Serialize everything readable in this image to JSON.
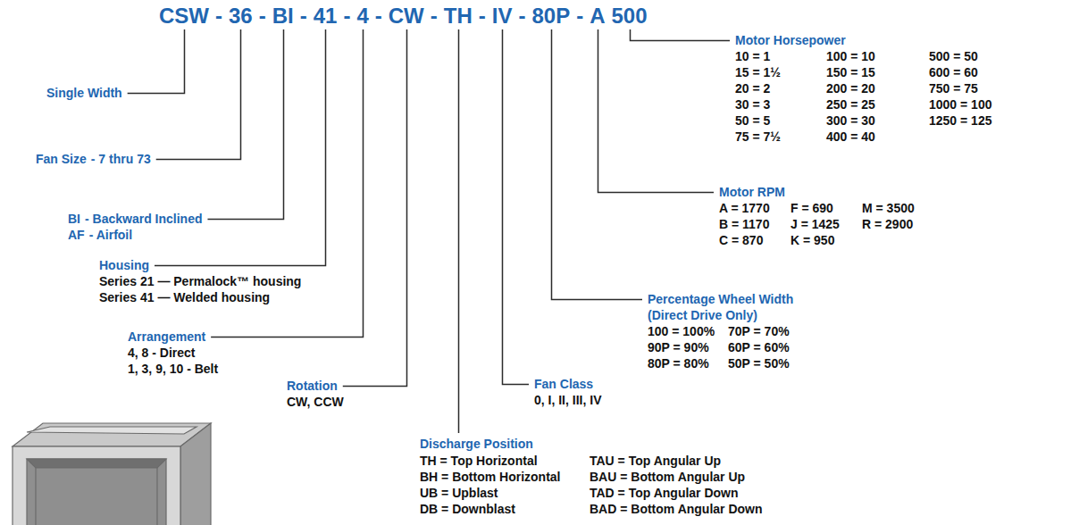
{
  "diagram": {
    "labels": [
      "CSW",
      "-",
      "36",
      "-",
      "BI",
      "-",
      "41",
      "-",
      "4",
      "-",
      "CW",
      "-",
      "TH",
      "-",
      "IV",
      "-",
      "80P",
      "-",
      "A",
      "500",
      "Single Width",
      "Fan Size",
      "- 7 thru 73",
      "BI",
      "- Backward Inclined",
      "AF",
      "- Airfoil",
      "Housing",
      "Series 21 — Permalock™ housing",
      "Series 41 — Welded housing",
      "Arrangement",
      "4, 8 - Direct",
      "1, 3, 9, 10 - Belt",
      "Rotation",
      "CW, CCW",
      "Discharge Position",
      "TH = Top Horizontal",
      "TAU = Top Angular Up",
      "BH = Bottom Horizontal",
      "BAU = Bottom Angular Up",
      "UB = Upblast",
      "TAD = Top Angular Down",
      "DB = Downblast",
      "BAD = Bottom Angular Down",
      "Fan Class",
      "0, I, II, III, IV",
      "Percentage Wheel Width",
      "(Direct Drive Only)",
      "100 = 100%",
      "70P = 70%",
      "90P = 90%",
      "60P = 60%",
      "80P = 80%",
      "50P = 50%",
      "Motor RPM",
      "A = 1770",
      "F = 690",
      "M = 3500",
      "B = 1170",
      "J = 1425",
      "R = 2900",
      "C = 870",
      "K = 950",
      "Motor Horsepower",
      "10 = 1",
      "100 = 10",
      "500 = 50",
      "15 = 1½",
      "150 = 15",
      "600 = 60",
      "20 = 2",
      "200 = 20",
      "750 = 75",
      "30 = 3",
      "250 = 25",
      "1000 = 100",
      "50 = 5",
      "300 = 30",
      "1250 = 125",
      "75 = 7½",
      "400 = 40"
    ]
  }
}
